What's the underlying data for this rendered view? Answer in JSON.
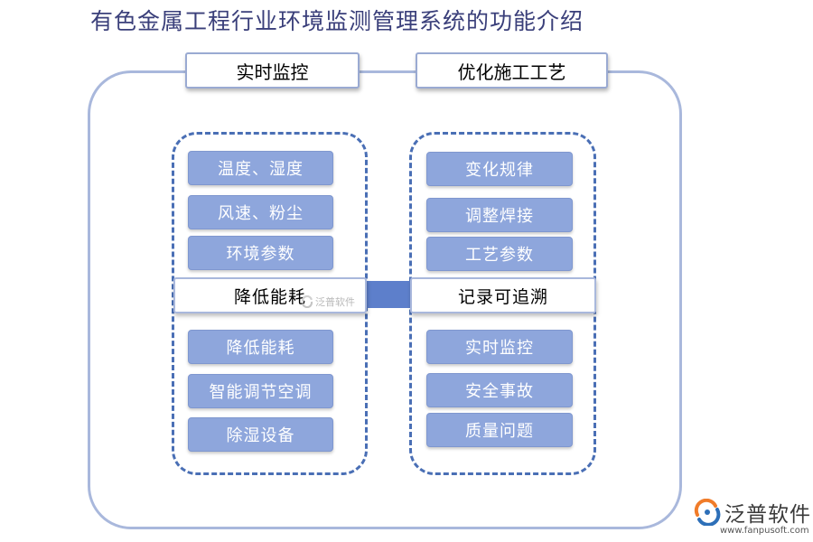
{
  "title": "有色金属工程行业环境监测管理系统的功能介绍",
  "left": {
    "header": "实时监控",
    "items_top": [
      "温度、湿度",
      "风速、粉尘",
      "环境参数"
    ],
    "middle_label": "降低能耗",
    "items_bottom": [
      "降低能耗",
      "智能调节空调",
      "除湿设备"
    ]
  },
  "right": {
    "header": "优化施工工艺",
    "items_top": [
      "变化规律",
      "调整焊接",
      "工艺参数"
    ],
    "middle_label": "记录可追溯",
    "items_bottom": [
      "实时监控",
      "安全事故",
      "质量问题"
    ]
  },
  "watermark": {
    "small_text": "泛普软件"
  },
  "brand": {
    "name": "泛普软件",
    "url": "www.fanpusoft.com",
    "icon": "fanpu-logo-icon"
  },
  "colors": {
    "title": "#3a3f7a",
    "pill_fill": "#8ea6dc",
    "dashed_border": "#4a6fb5",
    "connector": "#5d7fcb",
    "outer_border": "#a9b8dc",
    "logo_orange": "#f07c2a",
    "logo_blue": "#2d6fb8"
  }
}
